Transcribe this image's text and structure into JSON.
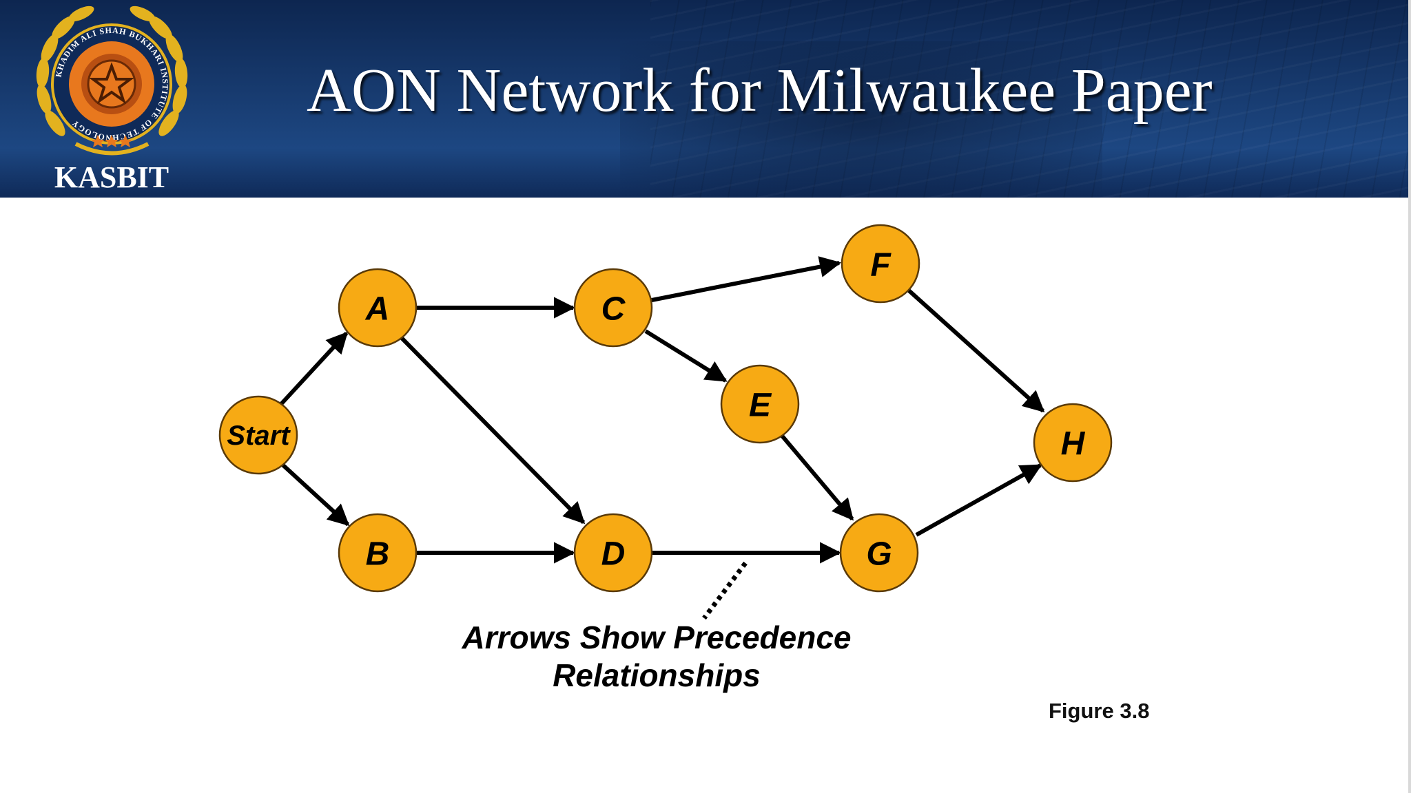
{
  "header": {
    "title": "AON Network for Milwaukee Paper",
    "logo_text": "KASBIT",
    "logo_ring_text": "KHADIM ALI SHAH BUKHARI INSTITUTE OF TECHNOLOGY"
  },
  "diagram": {
    "nodes": {
      "start": "Start",
      "a": "A",
      "b": "B",
      "c": "C",
      "d": "D",
      "e": "E",
      "f": "F",
      "g": "G",
      "h": "H"
    },
    "callout_line1": "Arrows Show Precedence",
    "callout_line2": "Relationships"
  },
  "figure_label": "Figure 3.8",
  "colors": {
    "header_bg": "#173a6e",
    "node_fill": "#f7aa14",
    "node_stroke": "#5a3a08",
    "laurel_gold": "#e3b21f",
    "logo_orange": "#e8781e"
  }
}
